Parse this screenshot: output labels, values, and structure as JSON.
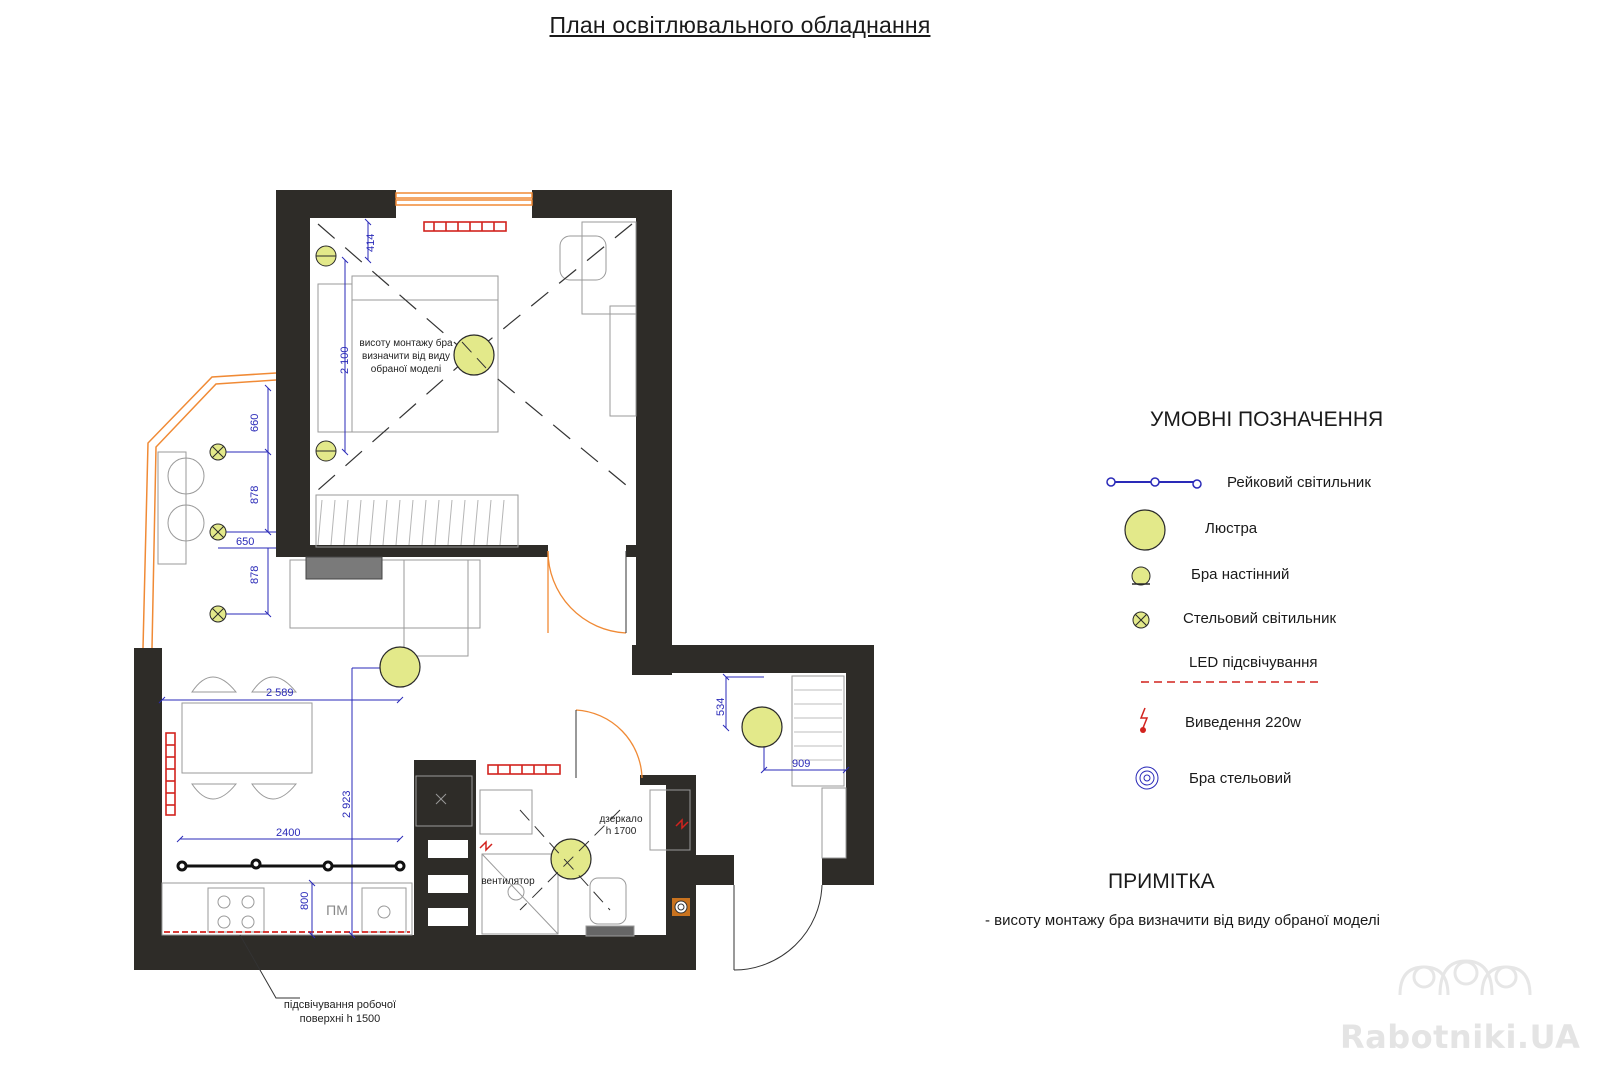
{
  "title": "План освітлювального обладнання",
  "legend": {
    "heading": "УМОВНІ ПОЗНАЧЕННЯ",
    "items": [
      {
        "icon": "track-light-icon",
        "label": "Рейковий світильник"
      },
      {
        "icon": "chandelier-icon",
        "label": "Люстра"
      },
      {
        "icon": "wall-sconce-icon",
        "label": "Бра настінний"
      },
      {
        "icon": "ceiling-light-icon",
        "label": "Стельовий світильник"
      },
      {
        "icon": "led-strip-icon",
        "label": "LED підсвічування"
      },
      {
        "icon": "power-outlet-220-icon",
        "label": "Виведення  220w"
      },
      {
        "icon": "ceiling-sconce-icon",
        "label": "Бра стельовий"
      }
    ]
  },
  "note": {
    "heading": "ПРИМІТКА",
    "text": "- висоту монтажу бра визначити від виду обраної моделі"
  },
  "plan": {
    "bedroom_note": [
      "висоту монтажу бра",
      "визначити від виду",
      "обраної моделі"
    ],
    "dimensions": [
      "414",
      "2 100",
      "660",
      "878",
      "650",
      "878",
      "2 589",
      "534",
      "909",
      "2 923",
      "2400",
      "800"
    ],
    "labels": {
      "mirror": [
        "дзеркало",
        "h 1700"
      ],
      "fan": "вентилятор",
      "fridge": "ПМ",
      "worktop_lighting": [
        "підсвічування робочої",
        "поверхні h 1500"
      ]
    }
  },
  "colors": {
    "wall": "#2e2c28",
    "lamp": "#e3e98a",
    "dimension": "#2a2ab8",
    "led": "#d2231e",
    "window": "#f08a35"
  },
  "watermark": "Rabotniki.UA"
}
